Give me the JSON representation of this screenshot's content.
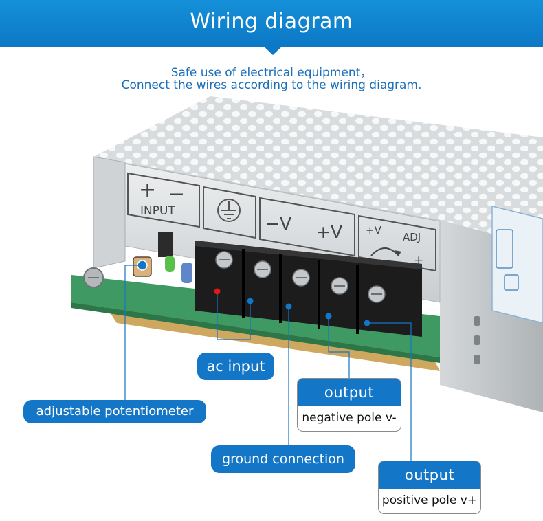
{
  "header": {
    "title": "Wiring diagram",
    "subtitle_line1": "Safe use of electrical equipment，",
    "subtitle_line2": "Connect the wires according to the wiring diagram."
  },
  "panel_labels": {
    "input": "INPUT",
    "plus": "+",
    "minus": "−",
    "neg_v": "−V",
    "pos_v": "+V",
    "adj_pos_v": "+V",
    "adj": "ADJ",
    "adj_plus": "+"
  },
  "callouts": {
    "ac_input": "ac input",
    "adjustable_potentiometer": "adjustable potentiometer",
    "ground_connection": "ground connection",
    "output_negative": {
      "title": "output",
      "description": "negative pole v-"
    },
    "output_positive": {
      "title": "output",
      "description": "positive pole v+"
    }
  },
  "colors": {
    "banner": "#1590d8",
    "callout_blue": "#1476c6",
    "subtitle_text": "#1a6fb8",
    "terminal_block": "#1c1c1c",
    "pcb_green": "#3e9a62",
    "marker_red": "#e01818"
  }
}
